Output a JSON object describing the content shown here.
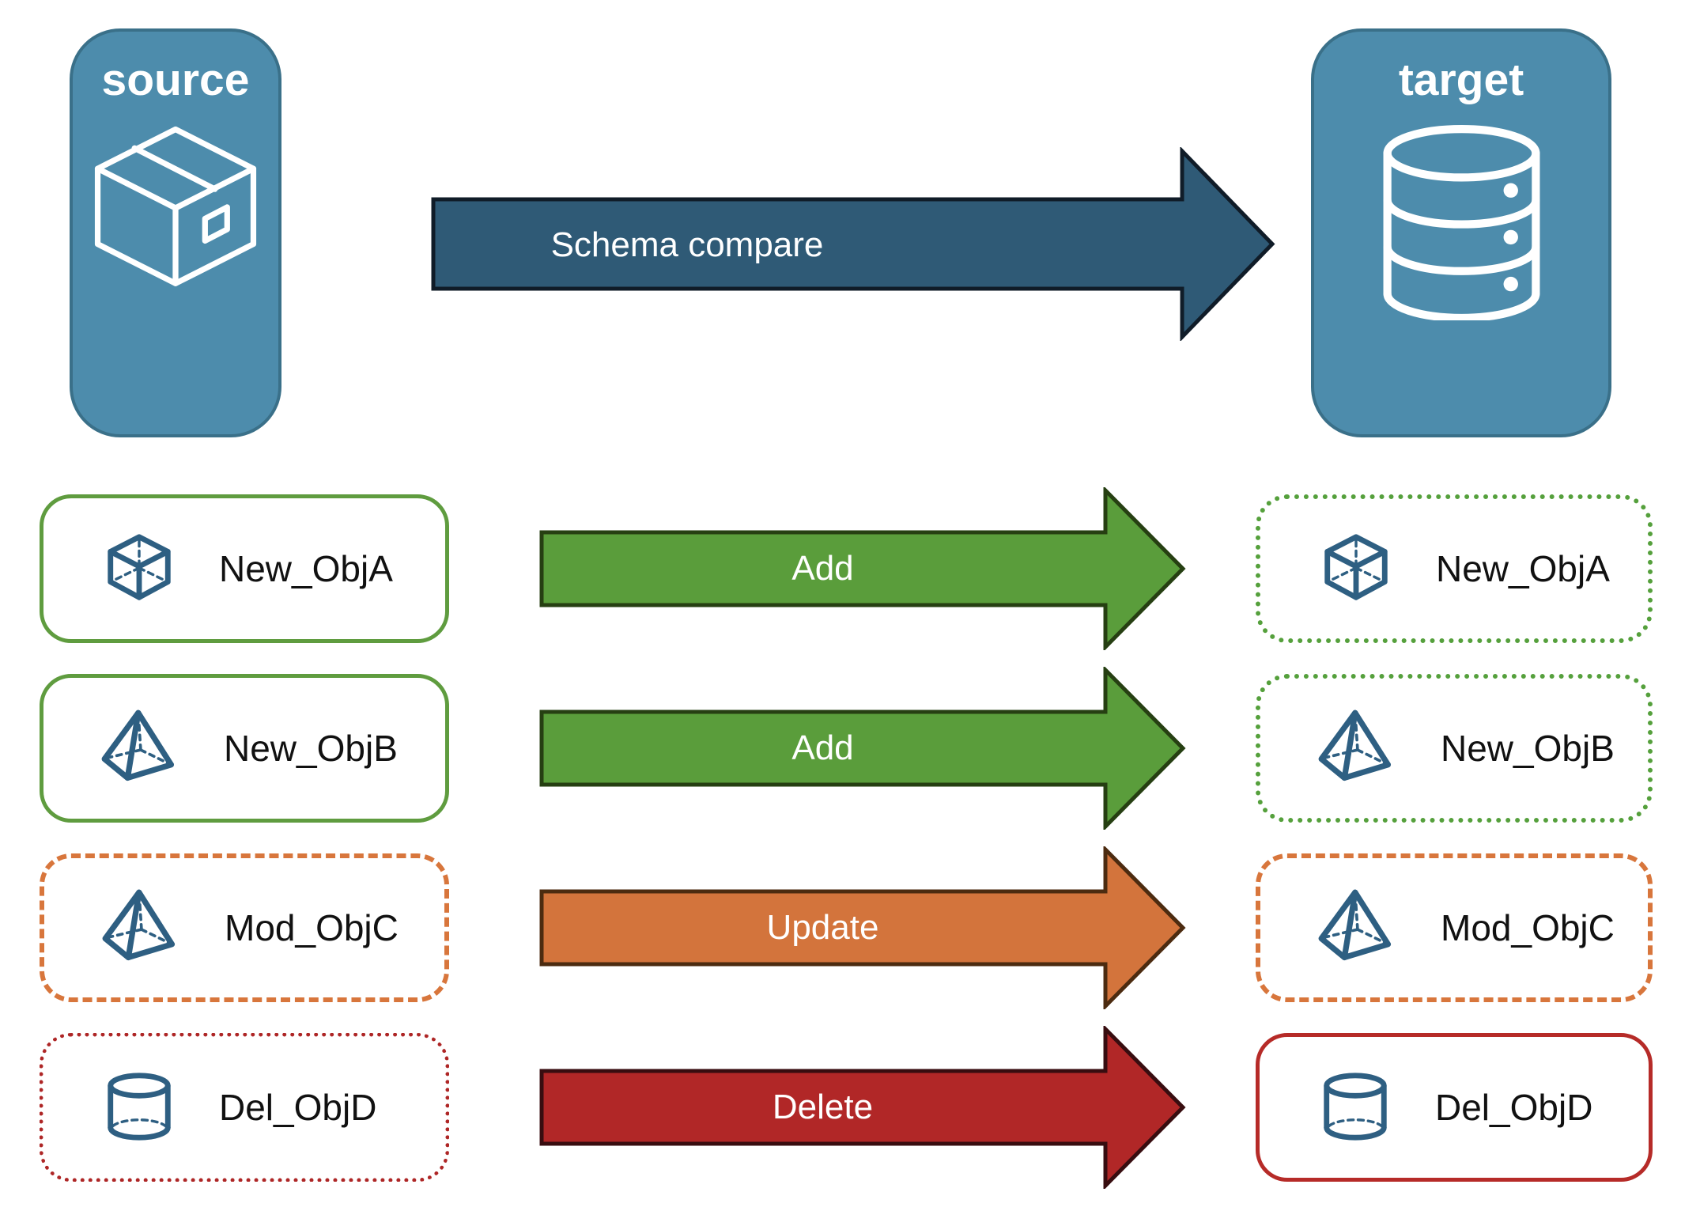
{
  "diagram": {
    "source_node": {
      "label": "source",
      "icon": "package-icon"
    },
    "target_node": {
      "label": "target",
      "icon": "database-icon"
    },
    "compare_arrow": {
      "label": "Schema compare",
      "color": "#2F5A76"
    },
    "rows": [
      {
        "object": "New_ObjA",
        "icon": "cube-icon",
        "action": "Add",
        "change_type": "add",
        "source_card_border": "green-solid",
        "target_card_border": "green-dotted",
        "color": "#5A9D3B"
      },
      {
        "object": "New_ObjB",
        "icon": "pyramid-icon",
        "action": "Add",
        "change_type": "add",
        "source_card_border": "green-solid",
        "target_card_border": "green-dotted",
        "color": "#5A9D3B"
      },
      {
        "object": "Mod_ObjC",
        "icon": "pyramid-icon",
        "action": "Update",
        "change_type": "update",
        "source_card_border": "orange-dashed",
        "target_card_border": "orange-dashed",
        "color": "#D3743C"
      },
      {
        "object": "Del_ObjD",
        "icon": "cylinder-icon",
        "action": "Delete",
        "change_type": "delete",
        "source_card_border": "red-dotted",
        "target_card_border": "red-solid",
        "color": "#B12727"
      }
    ],
    "colors": {
      "node_fill": "#4D8CAC",
      "node_border": "#3A7089",
      "compare_arrow": "#2F5A76",
      "add_arrow": "#5A9D3B",
      "update_arrow": "#D3743C",
      "delete_arrow": "#B12727",
      "icon_stroke": "#2E5F82",
      "background": "#FFFFFF"
    }
  }
}
